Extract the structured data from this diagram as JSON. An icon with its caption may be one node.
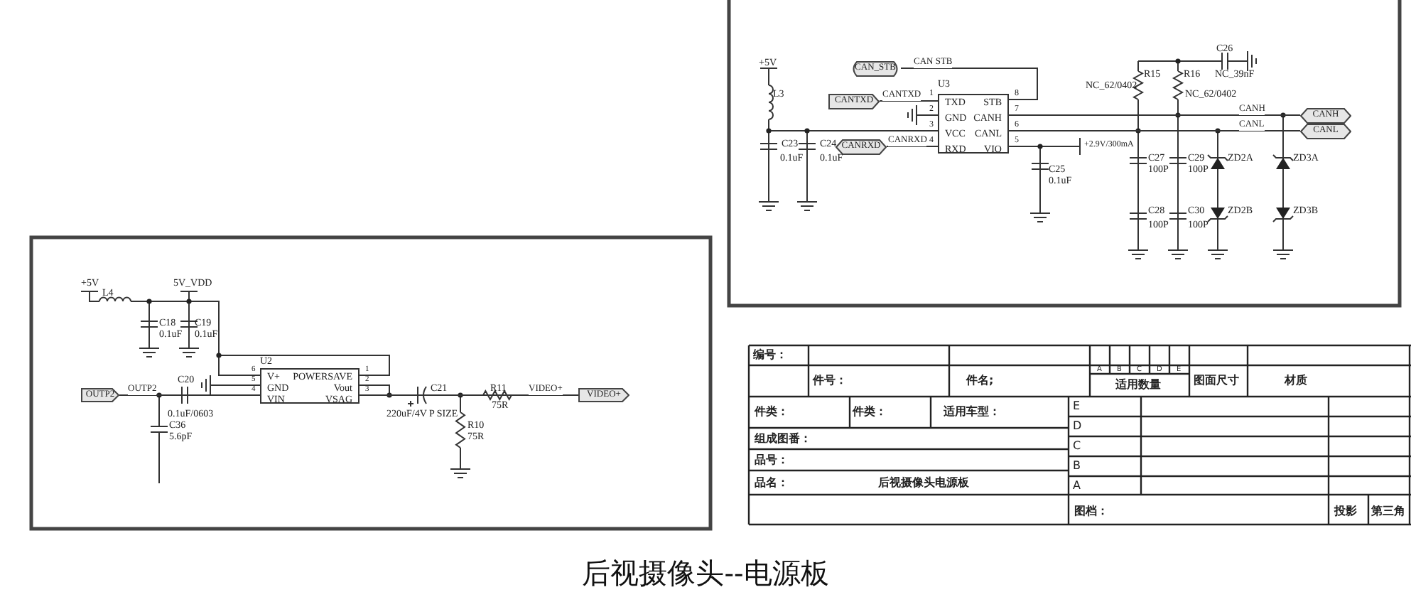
{
  "diagram": {
    "caption": "后视摄像头--电源板",
    "nodes": [
      {
        "text": [
          "U3",
          "TXD",
          "STB",
          "GND",
          "CANH",
          "VCC",
          "CANL",
          "RXD",
          "VIO"
        ]
      },
      {
        "text": [
          "CAN_STB"
        ]
      },
      {
        "text": [
          "CANTXD"
        ]
      },
      {
        "text": [
          "CANRXD"
        ]
      },
      {
        "text": [
          "CANH"
        ]
      },
      {
        "text": [
          "CANL"
        ]
      },
      {
        "text": [
          "U2",
          "V+",
          "POWERSAVE",
          "GND",
          "Vout",
          "VIN",
          "VSAG"
        ]
      },
      {
        "text": [
          "OUTP2"
        ]
      },
      {
        "text": [
          "VIDEO+"
        ]
      }
    ],
    "edges": [
      {
        "from": 1,
        "to": 0,
        "arrow": "none",
        "label": "CAN STB"
      },
      {
        "from": 2,
        "to": 0,
        "arrow": "none",
        "label": "CANTXD"
      },
      {
        "from": 3,
        "to": 0,
        "arrow": "none",
        "label": "CANRXD"
      },
      {
        "from": 0,
        "to": 4,
        "arrow": "none",
        "label": "CANH"
      },
      {
        "from": 0,
        "to": 5,
        "arrow": "none",
        "label": "CANL"
      },
      {
        "from": 7,
        "to": 6,
        "arrow": "none",
        "label": "OUTP2"
      },
      {
        "from": 6,
        "to": 8,
        "arrow": "none",
        "label": "VIDEO+"
      }
    ],
    "labels": [
      "C26",
      "+5V",
      "R15",
      "R16",
      "NC_39nF",
      "NC_62/0402",
      "L3",
      "1",
      "8",
      "NC_62/0402",
      "2",
      "7",
      "3",
      "6",
      "C23",
      "C24",
      "4",
      "5",
      "+2.9V/300mA",
      "0.1uF",
      "0.1uF",
      "C27",
      "C29",
      "ZD2A",
      "ZD3A",
      "C25",
      "100P",
      "100P",
      "0.1uF",
      "C28",
      "C30",
      "ZD2B",
      "ZD3B",
      "100P",
      "100P",
      "+5V",
      "5V_VDD",
      "L4",
      "C18",
      "C19",
      "0.1uF",
      "0.1uF",
      "6",
      "1",
      "C20",
      "5",
      "2",
      "C21",
      "R11",
      "4",
      "3",
      "75R",
      "0.1uF/0603",
      "220uF/4V P SIZE",
      "C36",
      "R10",
      "5.6pF",
      "75R",
      "编号：",
      "件号：",
      "件名;",
      "A",
      "B",
      "C",
      "D",
      "E",
      "适用数量",
      "图面尺寸",
      "材质",
      "件类：",
      "件类：",
      "适用车型：",
      "E",
      "D",
      "C",
      "B",
      "A",
      "组成图番：",
      "品号：",
      "品名：",
      "后视摄像头电源板",
      "图档：",
      "投影",
      "第三角"
    ]
  }
}
